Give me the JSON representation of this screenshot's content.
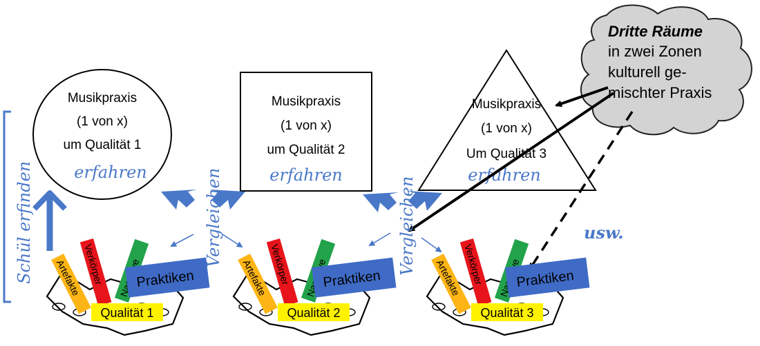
{
  "cloud": {
    "title": "Dritte Räume",
    "lines": [
      "in zwei Zonen",
      "kulturell ge-",
      "mischter Praxis"
    ]
  },
  "practices": [
    {
      "lines": [
        "Musikpraxis",
        "(1 von x)",
        "um Qualität 1"
      ],
      "verb": "erfahren",
      "shape": "circle"
    },
    {
      "lines": [
        "Musikpraxis",
        "(1 von x)",
        "um Qualität 2"
      ],
      "verb": "erfahren",
      "shape": "square"
    },
    {
      "lines": [
        "Musikpraxis",
        "(1 von x)",
        "Um Qualität 3"
      ],
      "verb": "erfahren",
      "shape": "triangle"
    }
  ],
  "compare_label": "Vergleichen",
  "side_label": "Schül erfinden",
  "etc_label": "usw.",
  "baskets": [
    {
      "tags": [
        "Artefakte",
        "Verkörper",
        "Narrative",
        "Praktiken"
      ],
      "label": "Qualität 1"
    },
    {
      "tags": [
        "Artefakte",
        "Verkörper",
        "Narrative",
        "Praktiken"
      ],
      "label": "Qualität 2"
    },
    {
      "tags": [
        "Artefakte",
        "Verkörper",
        "Narrative",
        "Praktiken"
      ],
      "label": "Qualität 3"
    }
  ],
  "colors": {
    "artefakte": "#FDB515",
    "verkoerper": "#E8141B",
    "narrative": "#22A24A",
    "praktiken": "#3F6BC6",
    "quality_label": "#FFF200",
    "accent_blue": "#4A78C8",
    "cloud_fill": "#D3D3D3"
  }
}
